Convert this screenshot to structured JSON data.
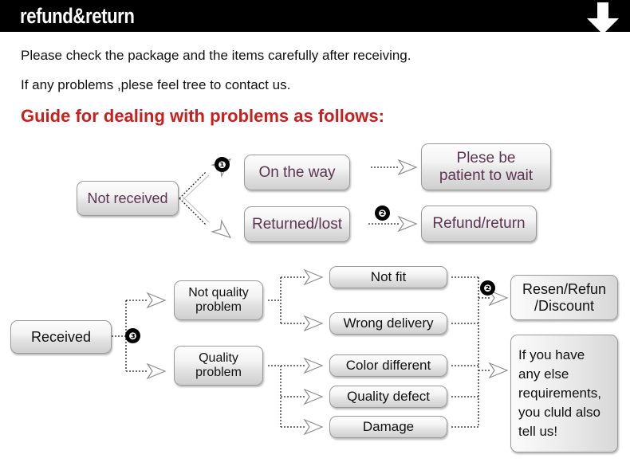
{
  "header": {
    "title": "refund&return",
    "arrow_icon": "arrow-down-icon",
    "background": "#000000",
    "text_color": "#ffffff"
  },
  "intro": {
    "line1": "Please check the package and the items carefully after receiving.",
    "line2": "If any problems ,plese feel tree to contact us.",
    "guide_heading": "Guide for dealing with problems as follows:",
    "guide_color": "#c8201f"
  },
  "flow": {
    "top_section": {
      "start": {
        "label": "Not received"
      },
      "branches": [
        {
          "label": "On the way",
          "badge": "❶",
          "result": "Plese be\npatient to wait"
        },
        {
          "label": "Returned/lost",
          "badge": "❷",
          "result": "Refund/return"
        }
      ],
      "text_color": "#5b3550"
    },
    "bottom_section": {
      "start": {
        "label": "Received",
        "badge": "❸"
      },
      "categories": [
        {
          "label": "Not quality\nproblem",
          "issues": [
            "Not fit",
            "Wrong delivery"
          ]
        },
        {
          "label": "Quality\nproblem",
          "issues": [
            "Color different",
            "Quality defect",
            "Damage"
          ]
        }
      ],
      "outcomes": [
        {
          "label": "Resen/Refun\n/Discount",
          "badge": "❷"
        },
        {
          "label": "If you have\nany else\nrequirements,\nyou cluld also\ntell us!"
        }
      ],
      "text_color": "#111111"
    }
  },
  "style": {
    "box_border": "#9a9a9a",
    "page_background": "#ffffff"
  }
}
